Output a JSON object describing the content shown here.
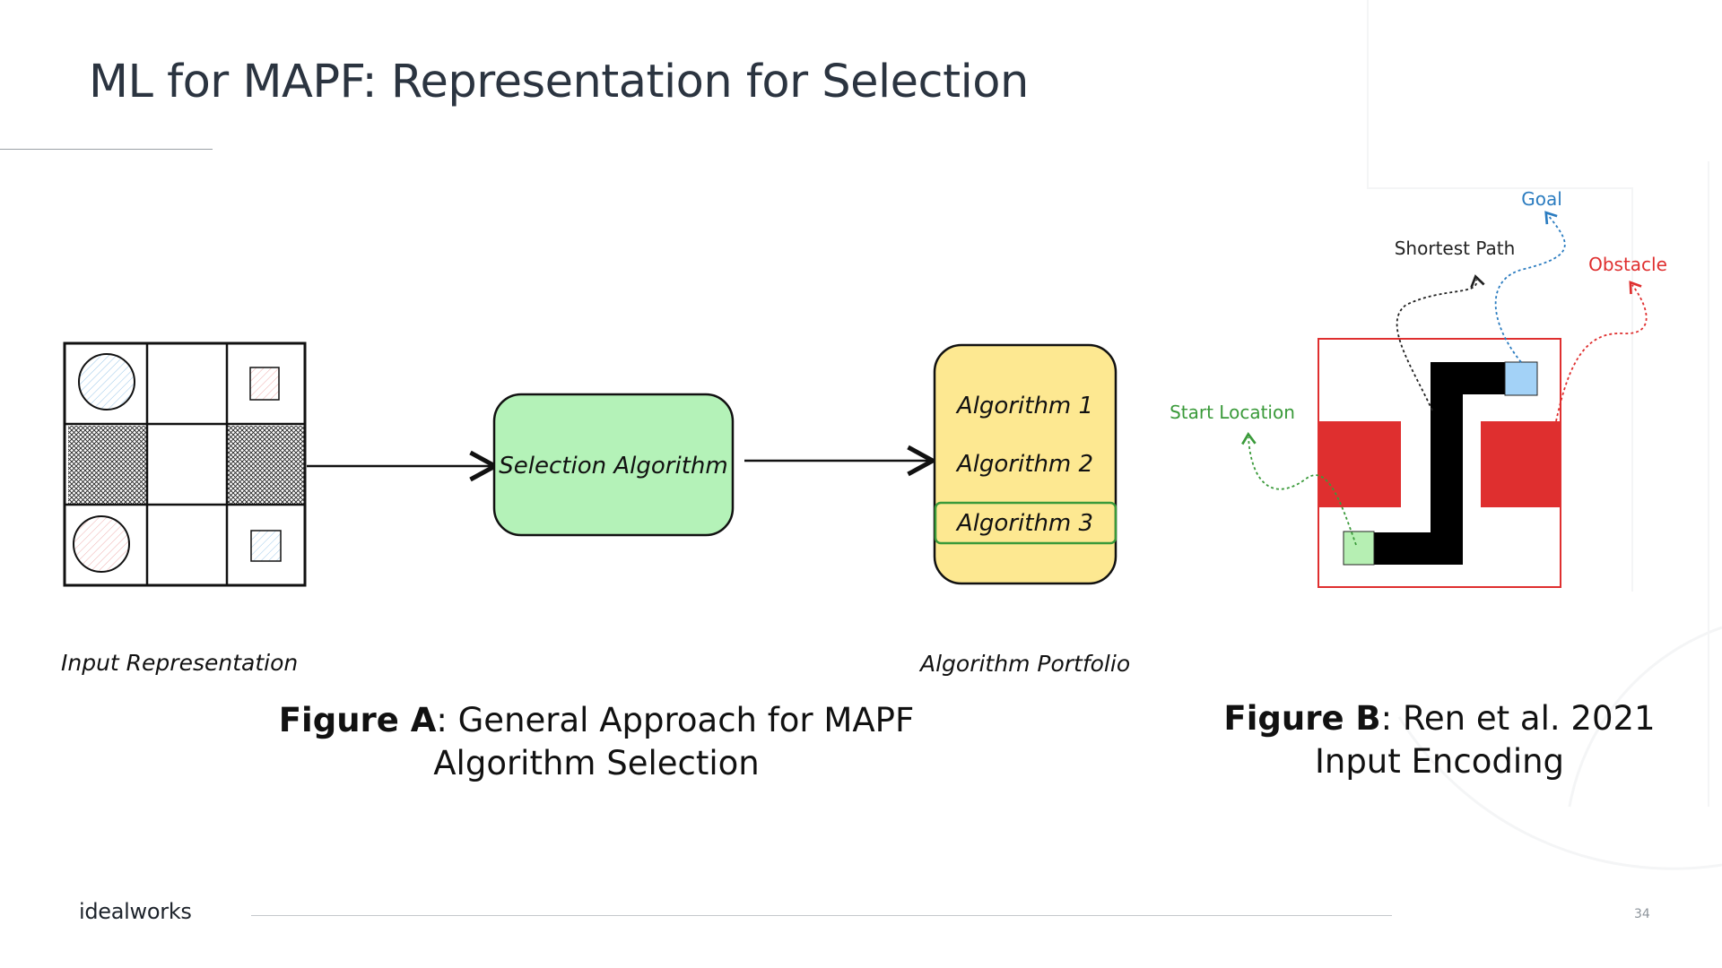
{
  "slide": {
    "title": "ML for MAPF: Representation for Selection",
    "page_number": "34",
    "brand": "idealworks"
  },
  "figure_a": {
    "input_label": "Input Representation",
    "selection_label": "Selection Algorithm",
    "portfolio_items": [
      "Algorithm 1",
      "Algorithm 2",
      "Algorithm 3"
    ],
    "selected_item": "Algorithm 3",
    "portfolio_label": "Algorithm Portfolio",
    "caption_bold": "Figure A",
    "caption_text": ": General Approach for MAPF Algorithm Selection"
  },
  "figure_b": {
    "labels": {
      "goal": "Goal",
      "shortest_path": "Shortest Path",
      "obstacle": "Obstacle",
      "start": "Start Location"
    },
    "caption_bold": "Figure B",
    "caption_text": ": Ren et al. 2021 Input Encoding"
  },
  "colors": {
    "selection_fill": "#b4f2b8",
    "portfolio_fill": "#fde891",
    "highlight_border": "#3a9a3a",
    "goal_blue": "#2b7cc0",
    "obstacle_red": "#df2f2f",
    "start_green": "#3a9a3a",
    "path_black": "#000000",
    "goal_cell": "#a3d2f7",
    "start_cell": "#b6efb3"
  }
}
